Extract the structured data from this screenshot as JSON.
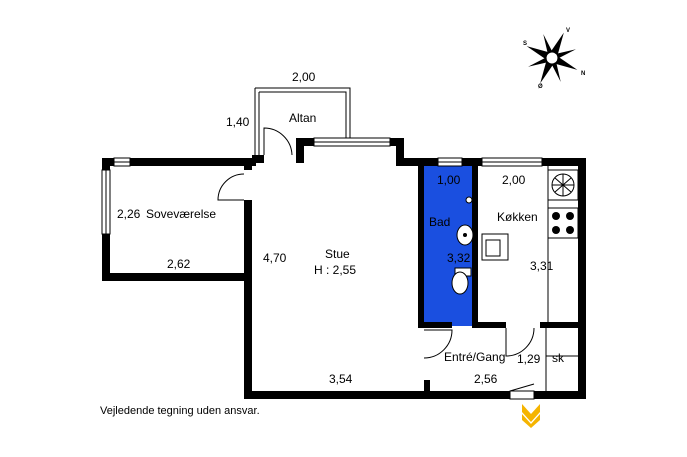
{
  "rooms": {
    "altan": {
      "name": "Altan",
      "width": "2,00",
      "depth": "1,40"
    },
    "sovevaerelse": {
      "name": "Soveværelse",
      "width": "2,62",
      "depth": "2,26"
    },
    "stue": {
      "name": "Stue",
      "height": "H : 2,55",
      "width": "3,54",
      "depth": "4,70"
    },
    "bad": {
      "name": "Bad",
      "width": "1,00",
      "depth": "3,32"
    },
    "koekken": {
      "name": "Køkken",
      "width": "2,00",
      "depth": "3,31"
    },
    "entre": {
      "name": "Entré/Gang",
      "width": "2,56",
      "depth": "1,29"
    },
    "skab": {
      "name": "sk"
    }
  },
  "compass": {
    "v": "V",
    "n": "N",
    "s": "S",
    "o": "Ø"
  },
  "disclaimer": "Vejledende tegning uden ansvar.",
  "colors": {
    "bathroom": "#1a4fe0",
    "entrance_arrow": "#f5b400",
    "wall": "#000000"
  }
}
